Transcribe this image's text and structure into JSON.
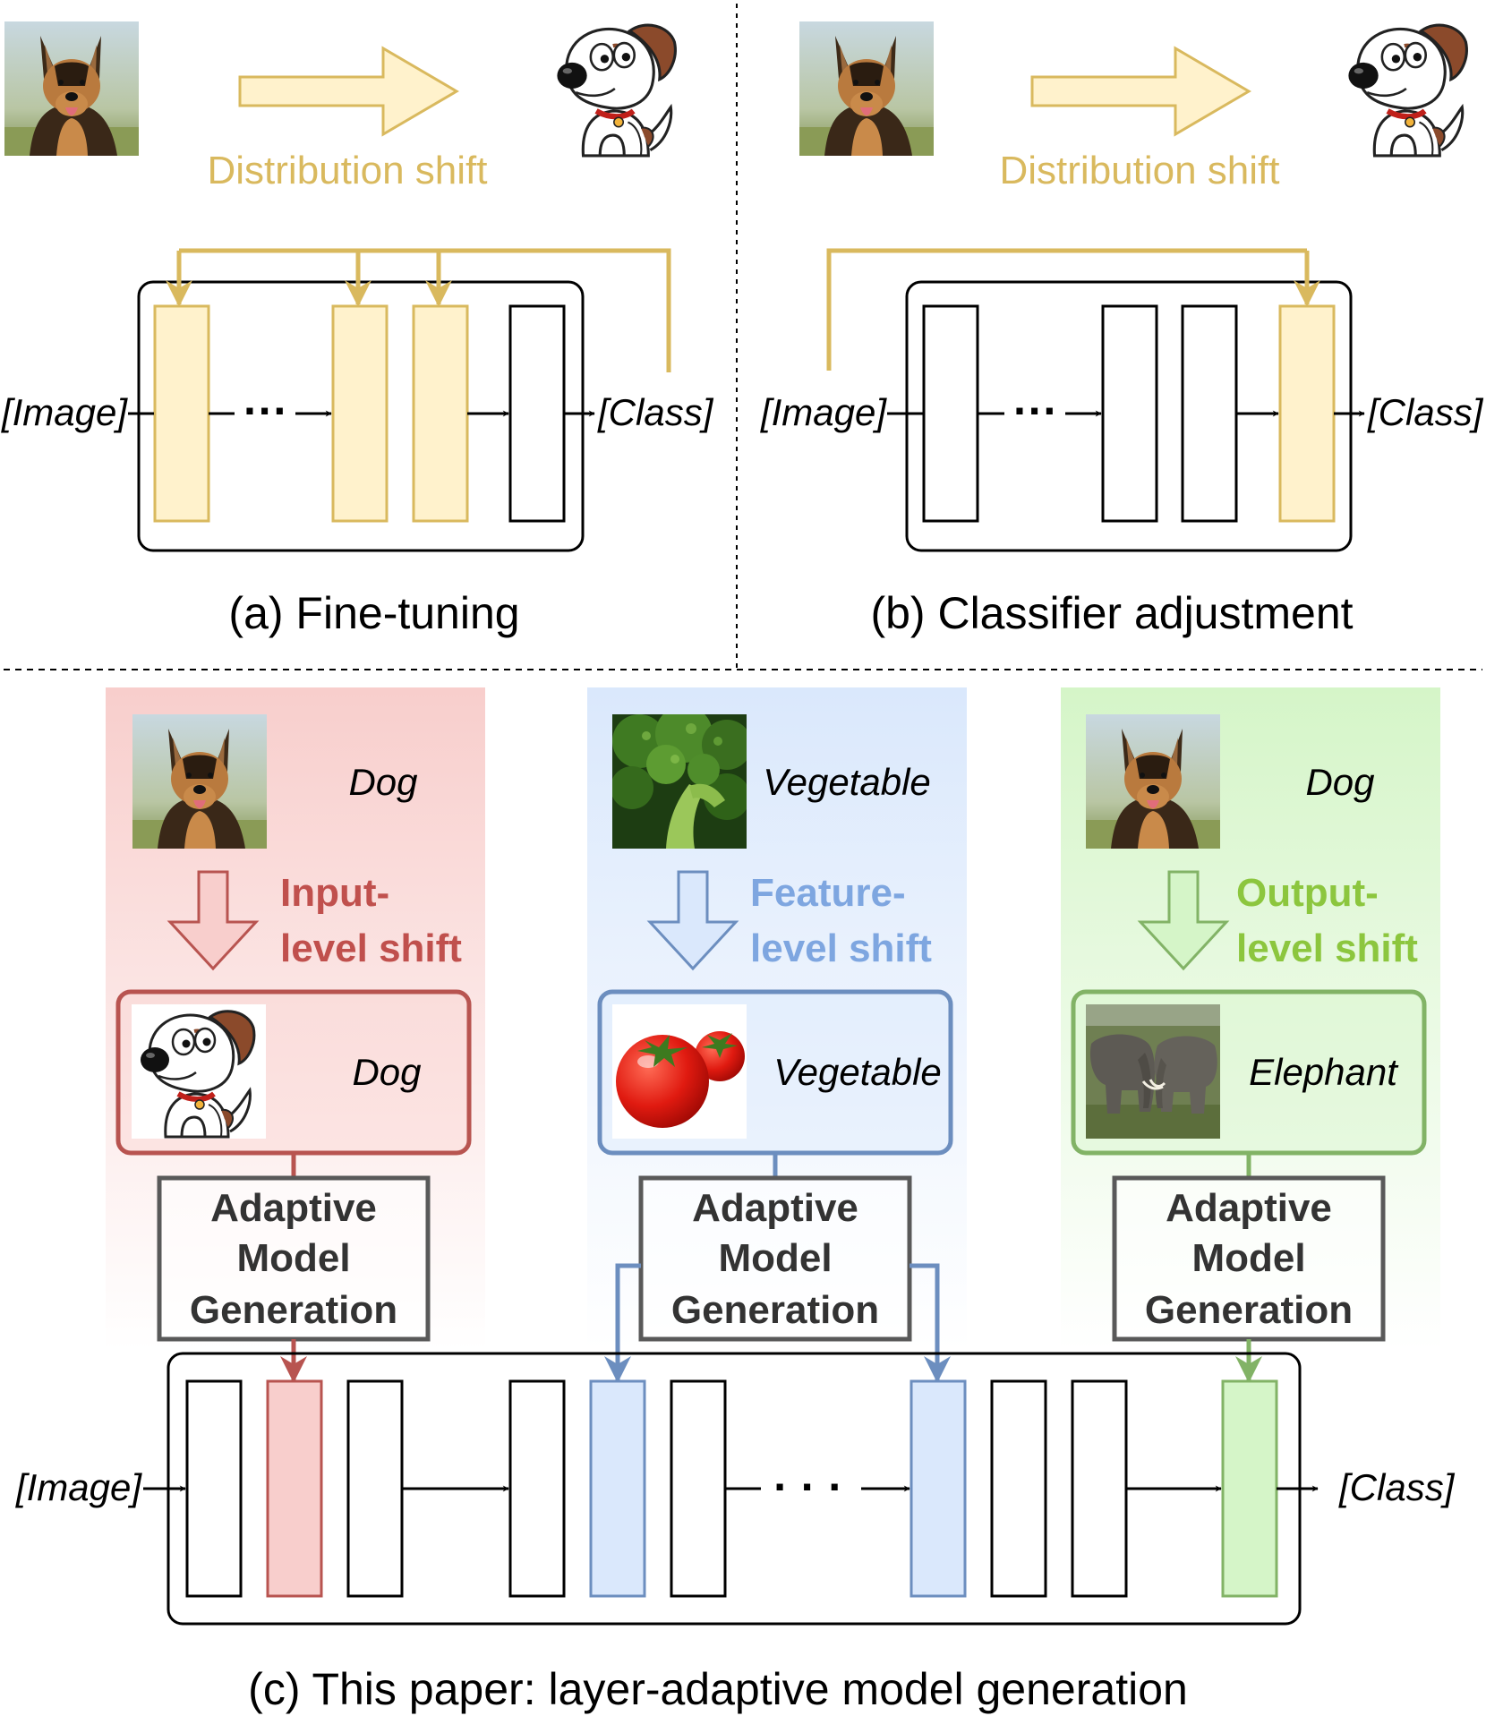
{
  "panel_a": {
    "shift_label": "Distribution shift",
    "input_label": "[Image]",
    "output_label": "[Class]",
    "ellipsis": "···",
    "caption": "(a) Fine-tuning"
  },
  "panel_b": {
    "shift_label": "Distribution shift",
    "input_label": "[Image]",
    "output_label": "[Class]",
    "ellipsis": "···",
    "caption": "(b) Classifier adjustment"
  },
  "panel_c": {
    "input_label": "[Image]",
    "output_label": "[Class]",
    "ellipsis": "· · ·",
    "caption": "(c) This paper: layer-adaptive model generation",
    "columns": {
      "input": {
        "source_label": "Dog",
        "shift_line1": "Input-",
        "shift_line2": "level shift",
        "target_label": "Dog",
        "generator_line1": "Adaptive",
        "generator_line2": "Model",
        "generator_line3": "Generation"
      },
      "feature": {
        "source_label": "Vegetable",
        "shift_line1": "Feature-",
        "shift_line2": "level shift",
        "target_label": "Vegetable",
        "generator_line1": "Adaptive",
        "generator_line2": "Model",
        "generator_line3": "Generation"
      },
      "output": {
        "source_label": "Dog",
        "shift_line1": "Output-",
        "shift_line2": "level shift",
        "target_label": "Elephant",
        "generator_line1": "Adaptive",
        "generator_line2": "Model",
        "generator_line3": "Generation"
      }
    }
  },
  "colors": {
    "gold": "#d9b95e",
    "gold_fill": "#fff2cc",
    "red": "#b85450",
    "red_fill": "#f8cecc",
    "red_text": "#c0504d",
    "blue": "#6c8ebf",
    "blue_fill": "#dae8fc",
    "blue_text": "#7ea6e0",
    "green": "#82b366",
    "green_fill": "#d5f5c8",
    "green_text": "#8cc63e",
    "gray": "#595959"
  },
  "icons": [
    "german-shepherd-photo",
    "cartoon-dog-icon",
    "broccoli-photo",
    "tomato-photo",
    "elephant-photo"
  ]
}
